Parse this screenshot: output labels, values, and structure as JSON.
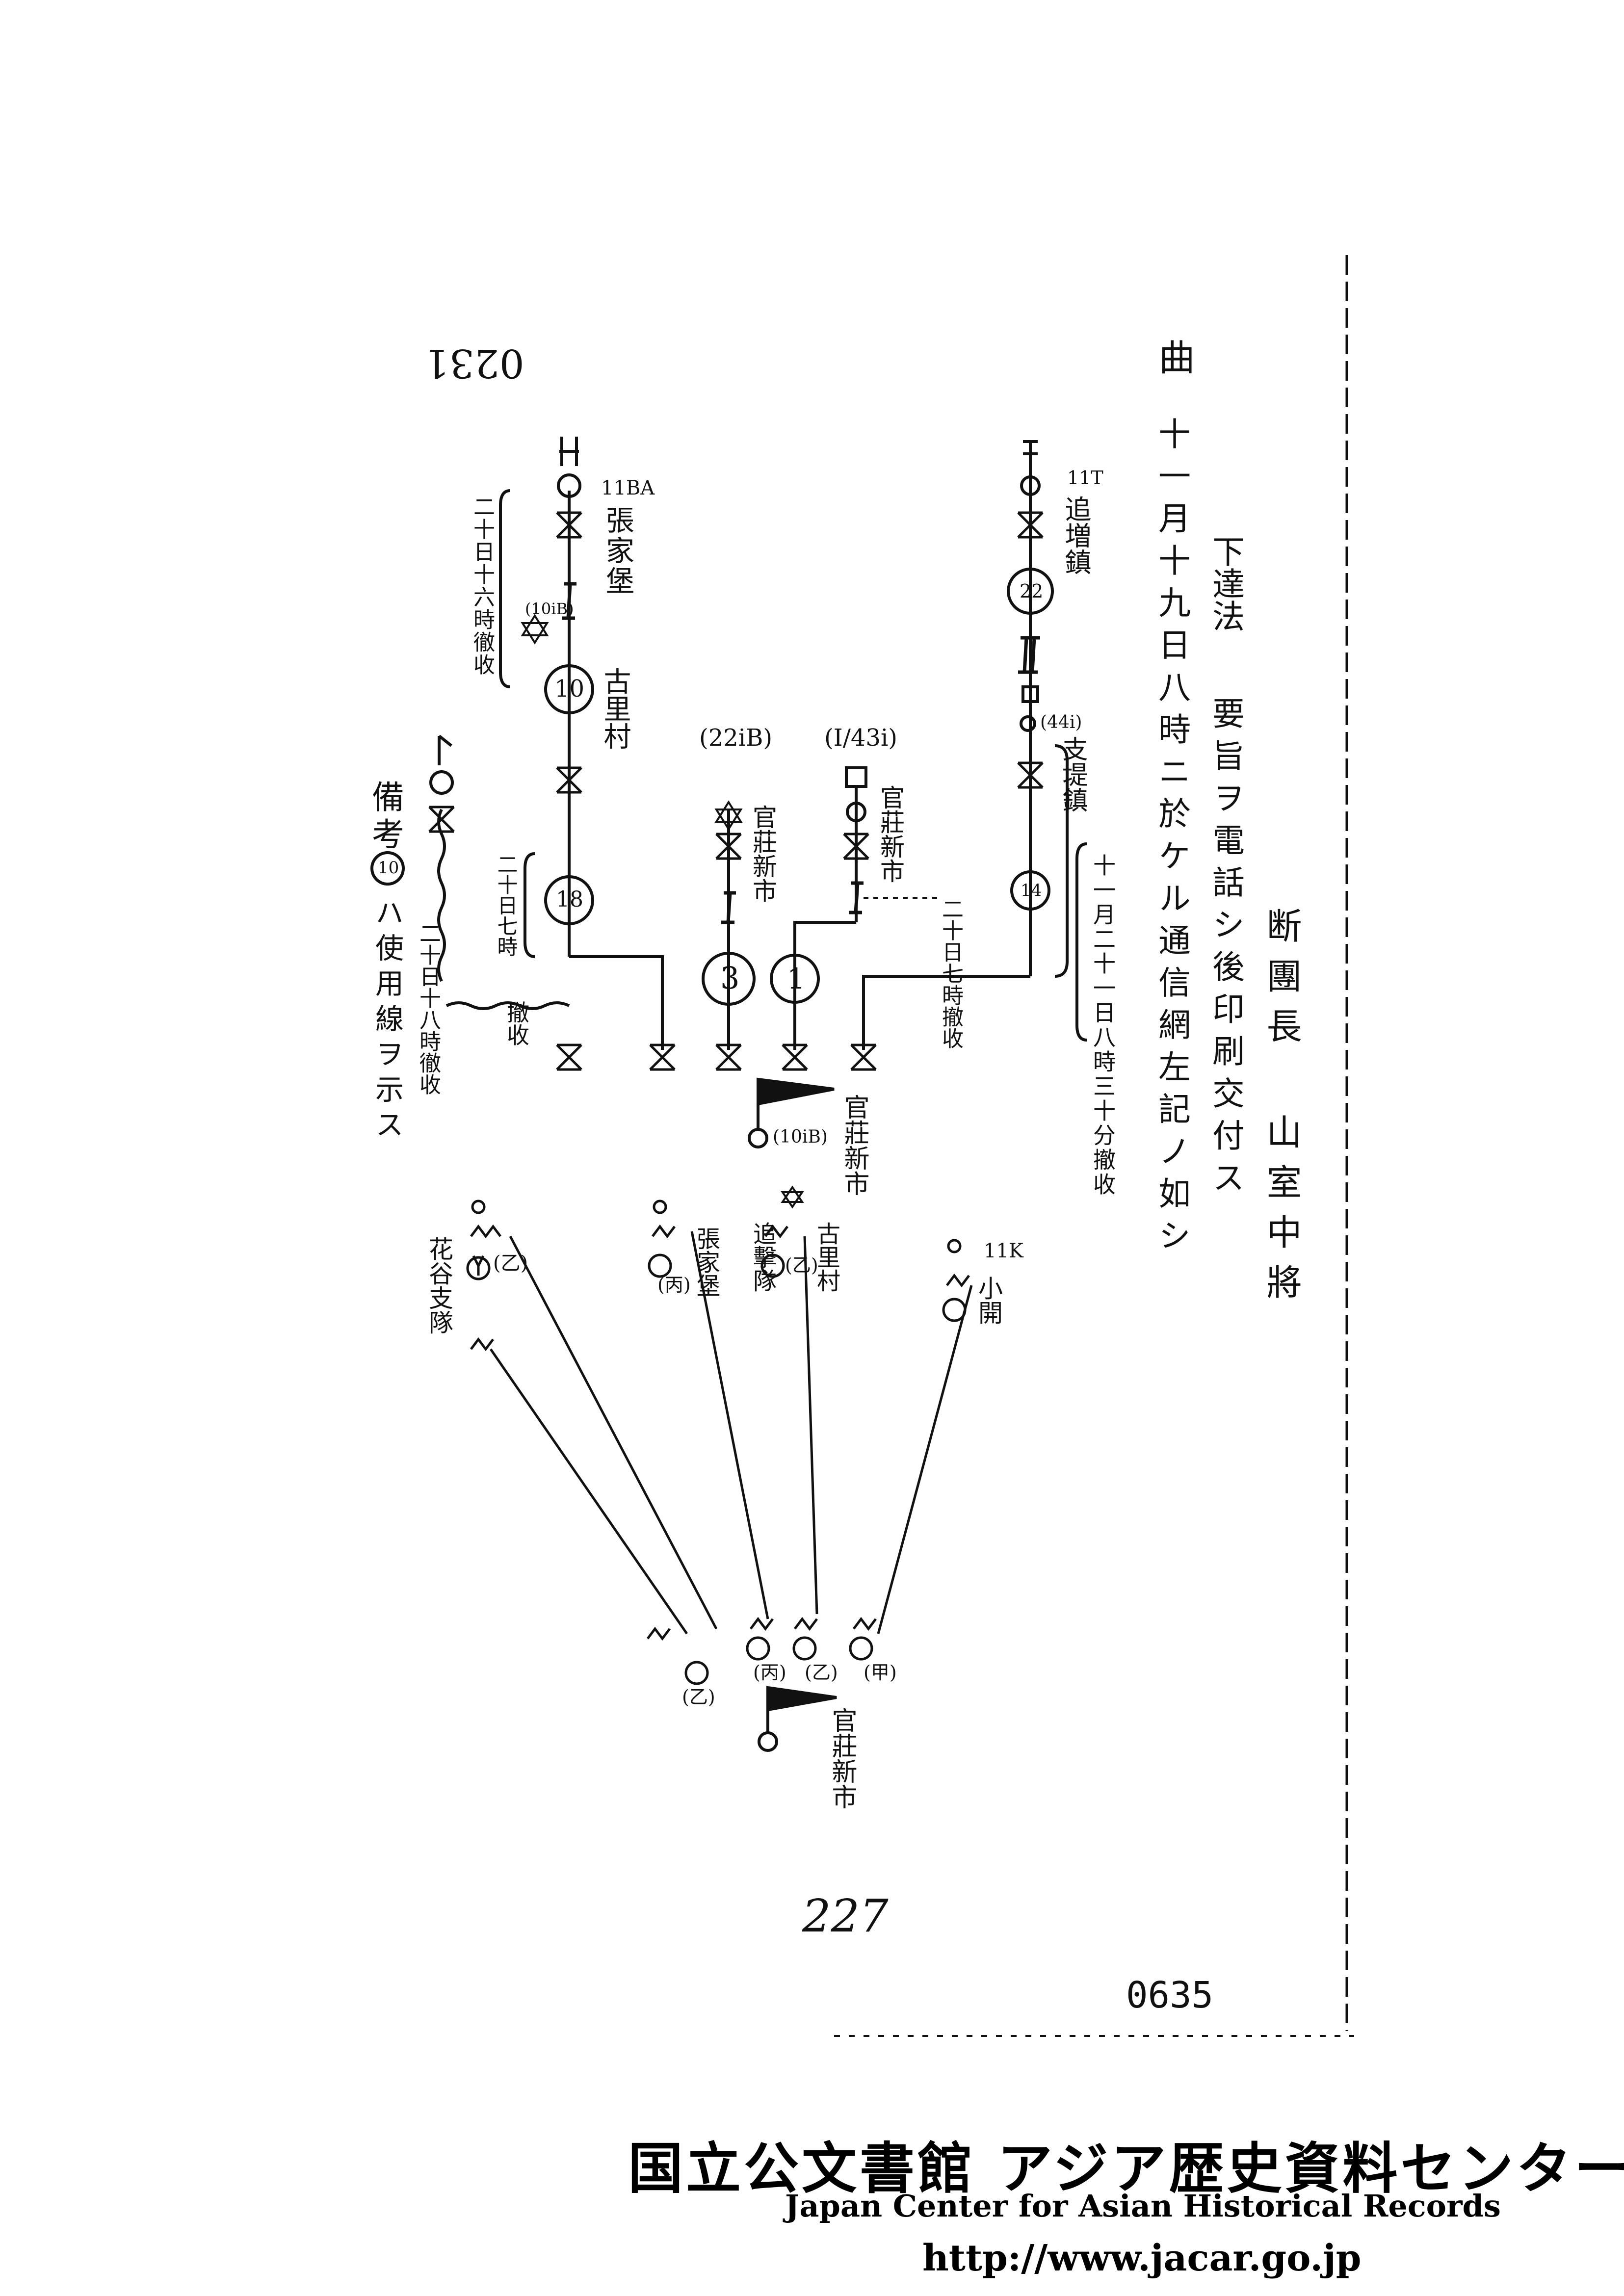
{
  "doc": {
    "page_mark": "曲",
    "header": {
      "recipient": "下達法",
      "instruction": "要旨ヲ電話シ後印刷交付ス",
      "sender": "断團長 山室中將"
    },
    "intro": "十一月十九日八時ニ於ケル通信網左記ノ如シ",
    "stamp_top": "0231",
    "page_number": "227",
    "archive_number": "0635",
    "notes": {
      "title": "備考",
      "number": "10",
      "text": "ハ使用線ヲ示ス"
    },
    "wire_nodes": {
      "left_top_unit": "11BA",
      "left_top_place": "張家堡",
      "left_bracket_note": "二十日十六時徹收",
      "left_station_unit": "(10iB)",
      "left_circle_10": "10",
      "left_circle_10_place": "古里村",
      "left_bracket_note_2": "二十日七時",
      "left_circle_18": "18",
      "left_far_note": "二十日十八時徹收",
      "left_mid_note": "撤收",
      "mid_unit_1": "(22iB)",
      "mid_place_1": "官莊新市",
      "mid_circle_3": "3",
      "mid_unit_2": "(I/43i)",
      "mid_place_2": "官莊新市",
      "mid_circle_1": "1",
      "right_top_unit": "11T",
      "right_top_place": "追増鎮",
      "right_circle_22": "22",
      "right_unit_44": "(44i)",
      "right_place_44": "支堤鎮",
      "right_circle_14": "14",
      "right_bracket_note_1": "二十日七時撤收",
      "right_bracket_note_2": "十一月二十一日八時三十分撤收",
      "hq_place": "官莊新市",
      "hq_unit": "(10iB)"
    },
    "radio_nodes": {
      "r1_place": "花谷支隊",
      "r1_group": "(乙)",
      "r2_place": "張家堡",
      "r2_group": "(丙)",
      "r3_place": "追擊隊",
      "r3_group": "(乙)",
      "r4_place": "古里村",
      "r5_unit": "11K",
      "r5_place": "小開",
      "base_group_1": "(乙)",
      "base_group_2": "(丙)",
      "base_group_3": "(乙)",
      "base_group_4": "(甲)",
      "base_place": "官莊新市"
    }
  },
  "footer": {
    "archive_name_ja": "国立公文書館 アジア歴史資料センター",
    "archive_name_en": "Japan Center for Asian Historical Records",
    "url": "http://www.jacar.go.jp"
  }
}
